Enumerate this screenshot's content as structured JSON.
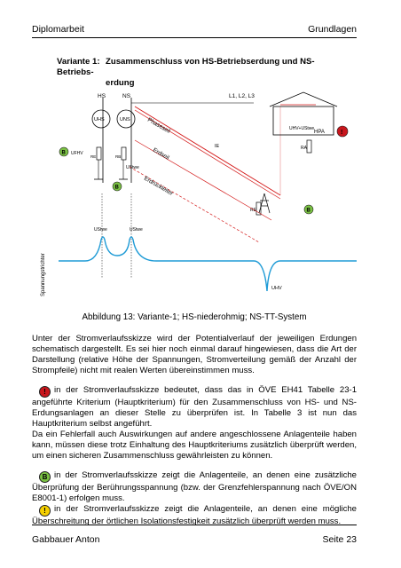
{
  "header": {
    "left": "Diplomarbeit",
    "right": "Grundlagen"
  },
  "heading": {
    "number": "Variante 1:",
    "line1": "Zusammenschluss von HS-Betriebserdung und NS-Betriebs-",
    "line2": "erdung"
  },
  "diagram": {
    "hs": "HS",
    "ns": "NS",
    "phases": "L1, L2, L3",
    "u_hs": "UHS",
    "u_ns": "UNS",
    "phaseseil": "Phaseseil",
    "erdseil": "Erdseil",
    "erdrueckleiter": "Erdrückleiter",
    "ie": "IE",
    "u_hv_u_stwe": "UHV+UStwe",
    "hpa": "HPA",
    "r_a": "RA",
    "r_b": "RB",
    "r_e": "RE",
    "r_e2": "RE",
    "u_stwe_label": "UStwe",
    "u_fhv": "UFHV",
    "u_stwe_wave1": "UStwe",
    "u_stwe_wave2": "UStwe",
    "u_hv": "UHV",
    "y_axis": "Spannungstrichter",
    "marker_b": "B",
    "marker_red": "!"
  },
  "caption": "Abbildung 13: Variante-1; HS-niederohmig; NS-TT-System",
  "paragraphs": {
    "p1": "Unter der Stromverlaufsskizze wird der Potentialverlauf der jeweiligen Erdungen schematisch dargestellt. Es sei hier noch einmal darauf hingewiesen, dass die Art der Darstellung (relative Höhe der Spannungen, Stromverteilung gemäß der Anzahl der Strompfeile) nicht mit realen Werten übereinstimmen muss.",
    "p2": "in der Stromverlaufsskizze bedeutet, dass das in ÖVE EH41 Tabelle 23-1 angeführte Kriterium (Hauptkriterium) für den Zusammenschluss von HS- und NS-Erdungsanlagen an dieser Stelle zu überprüfen ist. In Tabelle 3 ist nun das Hauptkriterium selbst angeführt.",
    "p3": "Da ein Fehlerfall auch Auswirkungen auf andere angeschlossene Anlagenteile haben kann, müssen diese trotz Einhaltung des Hauptkriteriums zusätzlich überprüft werden, um einen sicheren Zusammenschluss gewährleisten zu können.",
    "p4": "in der Stromverlaufsskizze zeigt die Anlagenteile, an denen eine zusätzliche Überprüfung der Berührungsspannung (bzw. der Grenzfehlerspannung nach ÖVE/ON E8001-1) erfolgen muss.",
    "p5": "in der Stromverlaufsskizze zeigt die Anlagenteile, an denen eine mögliche Überschreitung der örtlichen Isolationsfestigkeit zusätzlich überprüft werden muss."
  },
  "markers": {
    "red": "!",
    "green": "B",
    "yellow": "!"
  },
  "footer": {
    "left": "Gabbauer Anton",
    "right": "Seite 23"
  },
  "colors": {
    "wave": "#1f9bd6",
    "link": "#d41a1a",
    "marker_red": "#c8161d",
    "marker_green": "#7ac143",
    "marker_yellow": "#f5d000"
  }
}
